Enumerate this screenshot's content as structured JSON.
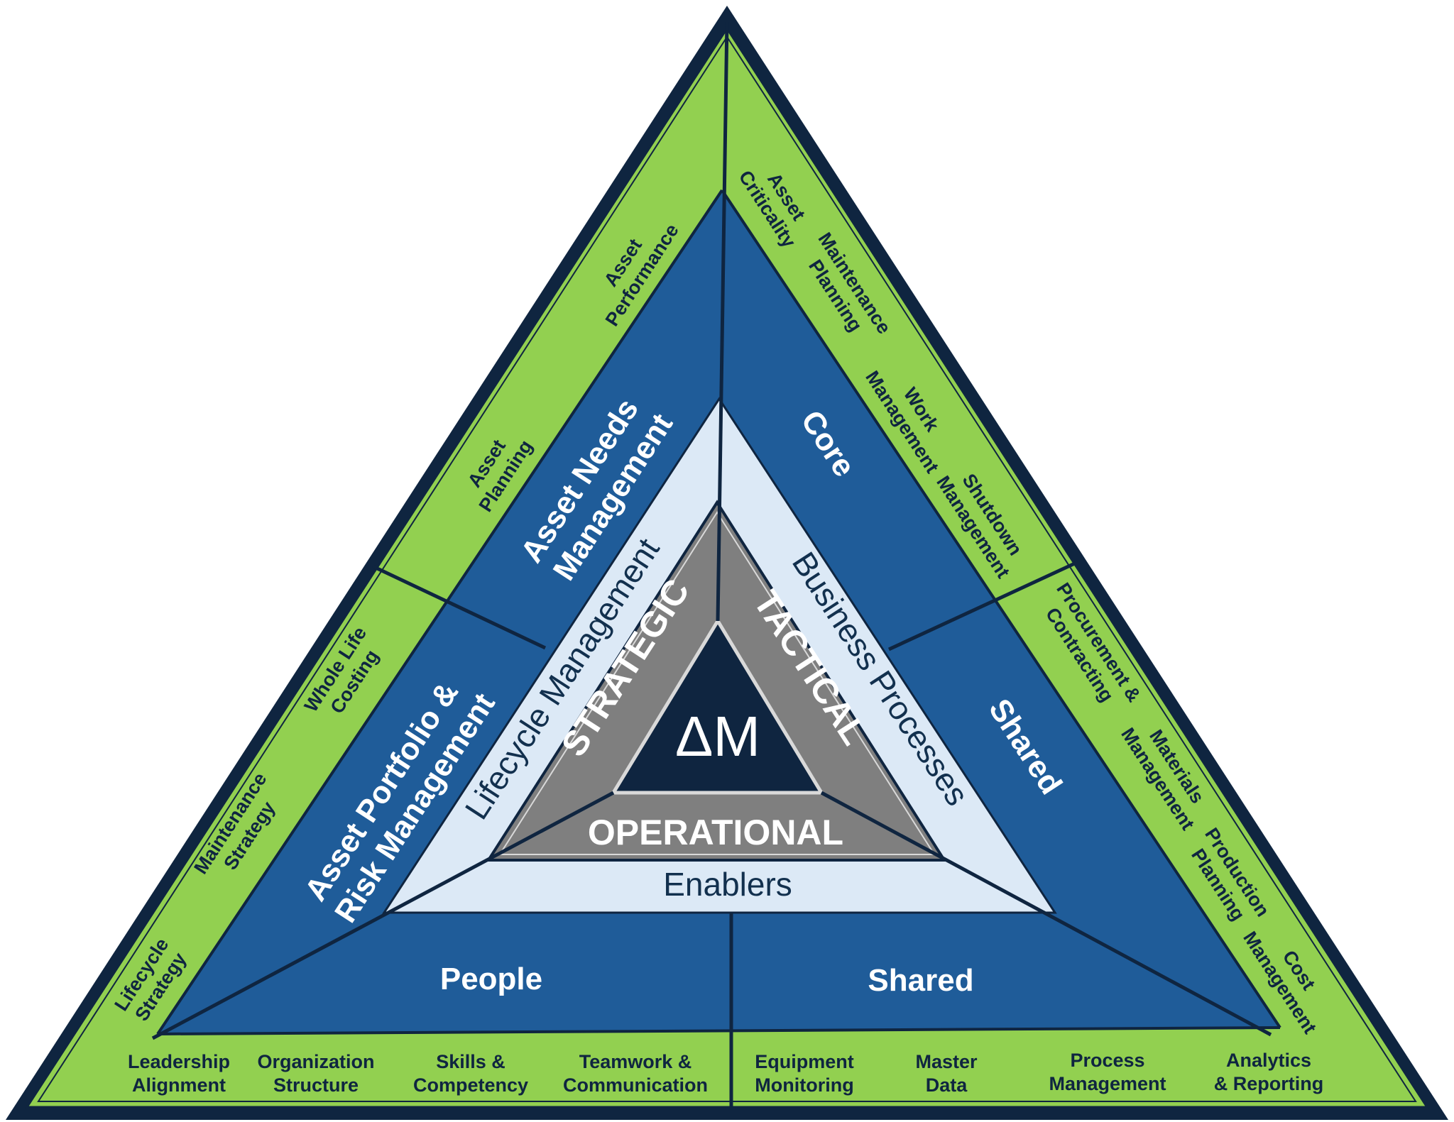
{
  "center": {
    "label": "ΔM"
  },
  "levels": {
    "strategic": "STRATEGIC",
    "tactical": "TACTICAL",
    "operational": "OPERATIONAL"
  },
  "layers": {
    "lifecycle": "Lifecycle Management",
    "business": "Business Processes",
    "enablers": "Enablers"
  },
  "bands": {
    "asset_needs": [
      "Asset Needs",
      "Management"
    ],
    "asset_portfolio": [
      "Asset Portfolio &",
      "Risk Management"
    ],
    "core": "Core",
    "shared_right": "Shared",
    "people": "People",
    "shared_bottom": "Shared"
  },
  "items": {
    "asset_performance": [
      "Asset",
      "Performance"
    ],
    "asset_planning": [
      "Asset",
      "Planning"
    ],
    "whole_life_costing": [
      "Whole Life",
      "Costing"
    ],
    "maintenance_strategy": [
      "Maintenance",
      "Strategy"
    ],
    "lifecycle_strategy": [
      "Lifecycle",
      "Strategy"
    ],
    "asset_criticality": [
      "Asset",
      "Criticality"
    ],
    "maintenance_planning": [
      "Maintenance",
      "Planning"
    ],
    "work_management": [
      "Work",
      "Management"
    ],
    "shutdown_management": [
      "Shutdown",
      "Management"
    ],
    "procurement_contracting": [
      "Procurement &",
      "Contracting"
    ],
    "materials_management": [
      "Materials",
      "Management"
    ],
    "production_planning": [
      "Production",
      "Planning"
    ],
    "cost_management": [
      "Cost",
      "Management"
    ],
    "leadership_alignment": [
      "Leadership",
      "Alignment"
    ],
    "organization_structure": [
      "Organization",
      "Structure"
    ],
    "skills_competency": [
      "Skills &",
      "Competency"
    ],
    "teamwork_communication": [
      "Teamwork &",
      "Communication"
    ],
    "equipment_monitoring": [
      "Equipment",
      "Monitoring"
    ],
    "master_data": [
      "Master",
      "Data"
    ],
    "process_management": [
      "Process",
      "Management"
    ],
    "analytics_reporting": [
      "Analytics",
      "& Reporting"
    ]
  },
  "colors": {
    "outline": "#0f2540",
    "green": "#92d050",
    "blue": "#1f5c99",
    "light": "#dce9f6",
    "gray": "#7f7f7f",
    "navy": "#0f2540",
    "text_white": "#ffffff"
  }
}
